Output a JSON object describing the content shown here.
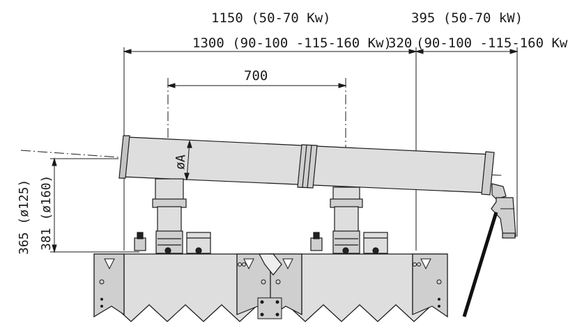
{
  "drawing": {
    "dim_top_left": "1150 (50-70 Kw)",
    "dim_top_right": "395 (50-70 kW)",
    "dim_second_left": "1300 (90-100 -115-160 Kw)",
    "dim_second_mid": "320",
    "dim_second_right": "(90-100 -115-160 Kw)",
    "dim_spacing": "700",
    "pipe_diameter_label": "øA",
    "height_label_outer": "365 (ø125)",
    "height_label_inner": "381 (ø160)"
  },
  "colors": {
    "line": "#1a1a1a",
    "fill": "#dedede",
    "fill_dark": "#c4c4c4"
  }
}
